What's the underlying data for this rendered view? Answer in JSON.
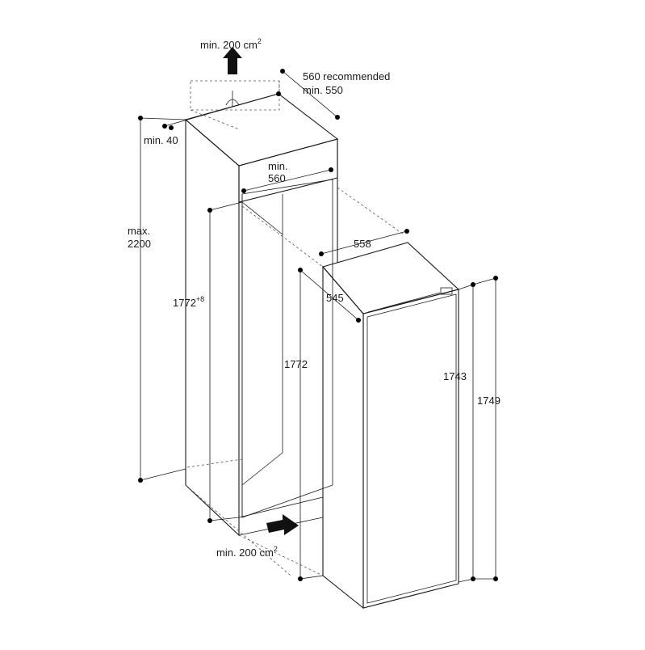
{
  "labels": {
    "vent_top": "min. 200 cm",
    "vent_top_sup": "2",
    "depth_recommended": "560 recommended",
    "depth_min": "min. 550",
    "gap_min": "min. 40",
    "niche_height_max_line1": "max.",
    "niche_height_max_line2": "2200",
    "niche_width_line1": "min.",
    "niche_width_line2": "560",
    "niche_height_tol": "1772",
    "niche_height_tol_sup": "+8",
    "niche_height": "1772",
    "appliance_width": "558",
    "appliance_depth": "545",
    "appliance_height_body": "1743",
    "appliance_height_total": "1749",
    "vent_bottom": "min. 200 cm",
    "vent_bottom_sup": "2"
  },
  "colors": {
    "line": "#1a1a1a",
    "panel_side": "#f1eeea",
    "panel_top": "#e7e3de",
    "door": "#f6f4f1",
    "arrow": "#111111"
  },
  "icons": {
    "vent_top_arrow": "arrow-up-icon",
    "vent_bottom_arrow": "arrow-right-icon"
  }
}
